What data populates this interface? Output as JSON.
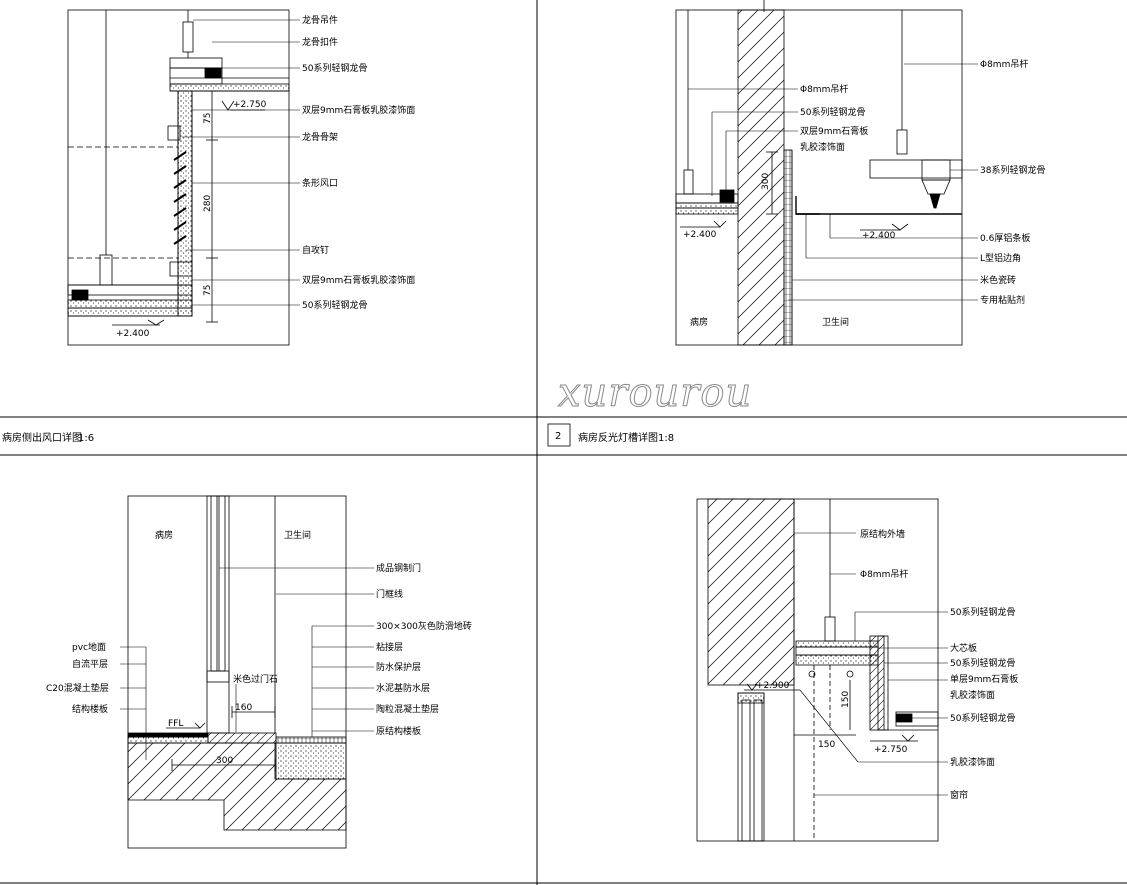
{
  "watermark": "xurourou",
  "title_block_left": {
    "title": "病房侧出风口详图",
    "scale": "1:6"
  },
  "title_block_right": {
    "number": "2",
    "title": "病房反光灯槽详图",
    "scale": "1:8"
  },
  "detail_tl": {
    "labels": [
      "龙骨吊件",
      "龙骨扣件",
      "50系列轻钢龙骨",
      "双层9mm石膏板乳胶漆饰面",
      "龙骨骨架",
      "条形风口",
      "自攻钉",
      "双层9mm石膏板乳胶漆饰面",
      "50系列轻钢龙骨"
    ],
    "elev_top": "+2.750",
    "elev_bottom": "+2.400",
    "dim1": "75",
    "dim2": "280",
    "dim3": "75"
  },
  "detail_tr": {
    "labels_left": [
      "Φ8mm吊杆",
      "50系列轻钢龙骨",
      "双层9mm石膏板",
      "乳胶漆饰面"
    ],
    "labels_right": [
      "Φ8mm吊杆",
      "38系列轻钢龙骨",
      "0.6厚铝条板",
      "L型铝边角",
      "米色瓷砖",
      "专用粘贴剂"
    ],
    "elev_left": "+2.400",
    "elev_right": "+2.400",
    "dim": "300",
    "room_left": "病房",
    "room_right": "卫生间"
  },
  "detail_bl": {
    "room_left": "病房",
    "room_right": "卫生间",
    "labels_right": [
      "成品钢制门",
      "门框线",
      "300×300灰色防滑地砖",
      "粘接层",
      "防水保护层",
      "水泥基防水层",
      "陶粒混凝土垫层",
      "原结构楼板"
    ],
    "labels_left": [
      "pvc地面",
      "自流平层",
      "C20混凝土垫层",
      "结构楼板"
    ],
    "threshold": "米色过门石",
    "ffl": "FFL",
    "dim_a": "160",
    "dim_b": "300"
  },
  "detail_br": {
    "labels": [
      "原结构外墙",
      "Φ8mm吊杆",
      "50系列轻钢龙骨",
      "大芯板",
      "50系列轻钢龙骨",
      "单层9mm石膏板",
      "乳胶漆饰面",
      "50系列轻钢龙骨",
      "乳胶漆饰面",
      "窗帘"
    ],
    "elev_high": "+2.900",
    "elev_low": "+2.750",
    "dim_a": "150",
    "dim_b": "150"
  }
}
